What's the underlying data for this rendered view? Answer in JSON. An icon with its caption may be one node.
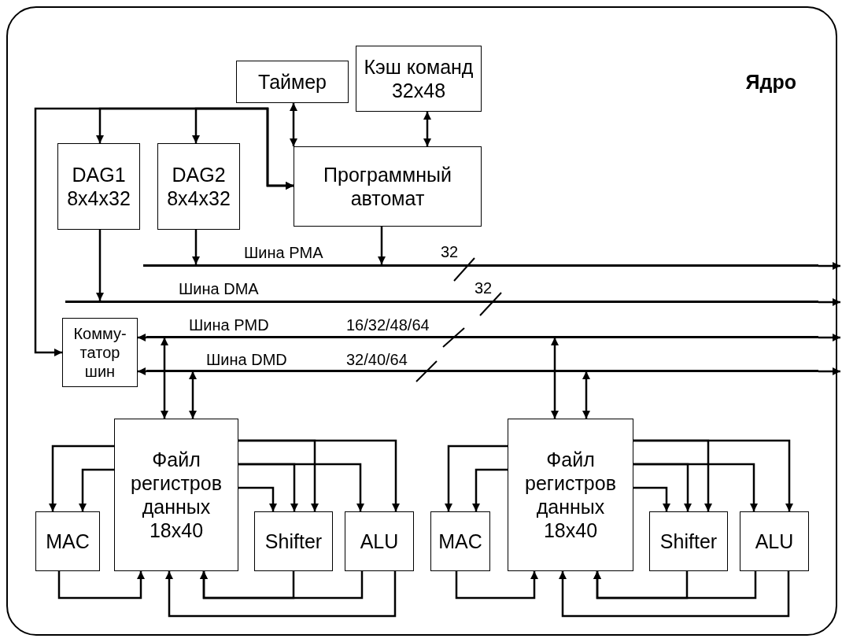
{
  "diagram": {
    "nodes": [
      {
        "text": [
          "Ядро"
        ]
      },
      {
        "text": [
          "Таймер"
        ],
        "in": 0
      },
      {
        "text": [
          "Кэш команд 32x48"
        ],
        "in": 0
      },
      {
        "text": [
          "DAG1 8x4x32"
        ],
        "in": 0
      },
      {
        "text": [
          "DAG2 8x4x32"
        ],
        "in": 0
      },
      {
        "text": [
          "Программный автомат"
        ],
        "in": 0
      },
      {
        "text": [
          "Комму-татор шин"
        ],
        "in": 0
      },
      {
        "text": [],
        "shape": "bar",
        "in": 0,
        "beside": [
          "Шина PMA",
          "32"
        ]
      },
      {
        "text": [],
        "shape": "bar",
        "in": 0,
        "beside": [
          "Шина DMA",
          "32"
        ]
      },
      {
        "text": [],
        "shape": "bar",
        "in": 0,
        "beside": [
          "Шина PMD",
          "16/32/48/64"
        ]
      },
      {
        "text": [],
        "shape": "bar",
        "in": 0,
        "beside": [
          "Шина DMD",
          "32/40/64"
        ]
      },
      {
        "text": [
          "Файл регистров данных 18x40"
        ],
        "in": 0
      },
      {
        "text": [
          "MAC"
        ],
        "in": 0
      },
      {
        "text": [
          "Shifter"
        ],
        "in": 0
      },
      {
        "text": [
          "ALU"
        ],
        "in": 0
      },
      {
        "text": [
          "Файл регистров данных 18x40"
        ],
        "in": 0
      },
      {
        "text": [
          "MAC"
        ],
        "in": 0
      },
      {
        "text": [
          "Shifter"
        ],
        "in": 0
      },
      {
        "text": [
          "ALU"
        ],
        "in": 0
      }
    ],
    "edges": [
      {
        "from": 3,
        "to": 5,
        "arrow": "both"
      },
      {
        "from": 4,
        "to": 5,
        "arrow": "both"
      },
      {
        "from": 5,
        "to": 6,
        "arrow": "both"
      },
      {
        "from": 1,
        "to": 5,
        "arrow": "both"
      },
      {
        "from": 2,
        "to": 5,
        "arrow": "both"
      },
      {
        "from": 4,
        "to": 7,
        "arrow": "to"
      },
      {
        "from": 5,
        "to": 7,
        "arrow": "to"
      },
      {
        "from": 3,
        "to": 8,
        "arrow": "to"
      },
      {
        "from": 7,
        "to": null,
        "arrow": "to"
      },
      {
        "from": 8,
        "to": null,
        "arrow": "to"
      },
      {
        "from": 9,
        "to": 6,
        "arrow": "to"
      },
      {
        "from": 9,
        "to": null,
        "arrow": "to"
      },
      {
        "from": 10,
        "to": 6,
        "arrow": "to"
      },
      {
        "from": 10,
        "to": null,
        "arrow": "to"
      },
      {
        "from": 11,
        "to": 9,
        "arrow": "both"
      },
      {
        "from": 11,
        "to": 10,
        "arrow": "both"
      },
      {
        "from": 15,
        "to": 9,
        "arrow": "both"
      },
      {
        "from": 15,
        "to": 10,
        "arrow": "both"
      },
      {
        "from": 11,
        "to": 12,
        "arrow": "to"
      },
      {
        "from": 11,
        "to": 12,
        "arrow": "to"
      },
      {
        "from": 11,
        "to": 13,
        "arrow": "to"
      },
      {
        "from": 11,
        "to": 13,
        "arrow": "to"
      },
      {
        "from": 11,
        "to": 13,
        "arrow": "to"
      },
      {
        "from": 11,
        "to": 14,
        "arrow": "to"
      },
      {
        "from": 11,
        "to": 14,
        "arrow": "to"
      },
      {
        "from": 12,
        "to": 11,
        "arrow": "to"
      },
      {
        "from": 13,
        "to": 11,
        "arrow": "to"
      },
      {
        "from": 14,
        "to": 11,
        "arrow": "to"
      },
      {
        "from": 14,
        "to": 11,
        "arrow": "to"
      },
      {
        "from": 15,
        "to": 16,
        "arrow": "to"
      },
      {
        "from": 15,
        "to": 16,
        "arrow": "to"
      },
      {
        "from": 15,
        "to": 17,
        "arrow": "to"
      },
      {
        "from": 15,
        "to": 17,
        "arrow": "to"
      },
      {
        "from": 15,
        "to": 17,
        "arrow": "to"
      },
      {
        "from": 15,
        "to": 18,
        "arrow": "to"
      },
      {
        "from": 15,
        "to": 18,
        "arrow": "to"
      },
      {
        "from": 16,
        "to": 15,
        "arrow": "to"
      },
      {
        "from": 17,
        "to": 15,
        "arrow": "to"
      },
      {
        "from": 18,
        "to": 15,
        "arrow": "to"
      },
      {
        "from": 18,
        "to": 15,
        "arrow": "to"
      }
    ]
  }
}
